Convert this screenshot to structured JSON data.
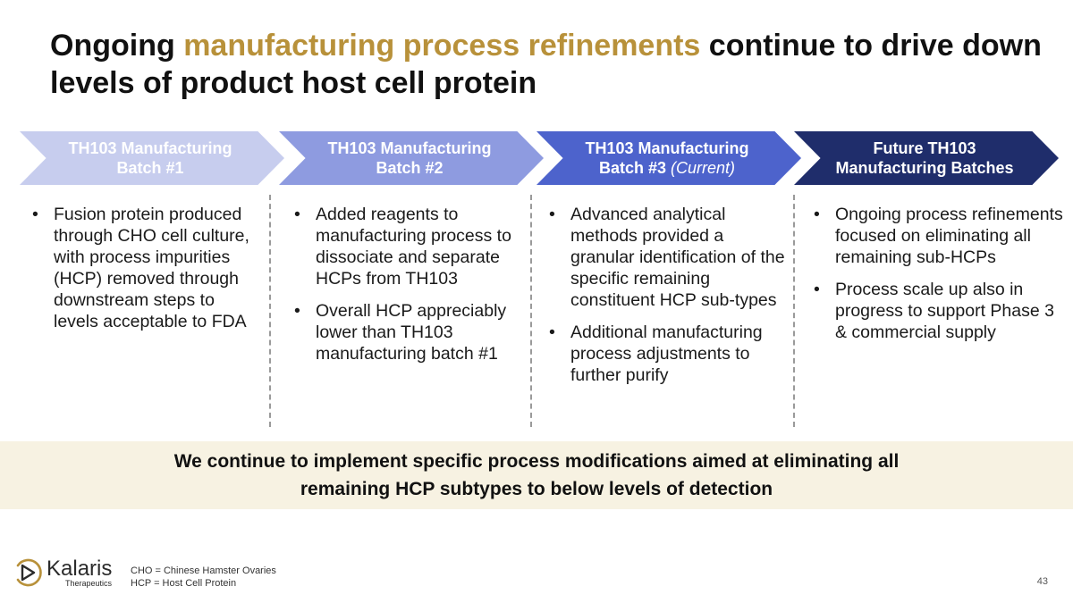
{
  "title": {
    "part1": "Ongoing ",
    "highlight": "manufacturing process refinements",
    "part2": " continue to drive down levels of product host cell protein"
  },
  "steps": [
    {
      "label": "TH103 Manufacturing Batch #1",
      "suffix": "",
      "color": "#c7cdee"
    },
    {
      "label": "TH103 Manufacturing Batch #2",
      "suffix": "",
      "color": "#8e9be0"
    },
    {
      "label": "TH103 Manufacturing Batch #3",
      "suffix": "(Current)",
      "color": "#4d63cc"
    },
    {
      "label": "Future TH103 Manufacturing Batches",
      "suffix": "",
      "color": "#1f2d6b"
    }
  ],
  "columns": [
    {
      "bullets": [
        "Fusion protein produced through CHO cell culture, with process impurities (HCP) removed through downstream steps to levels acceptable to FDA"
      ]
    },
    {
      "bullets": [
        "Added reagents to manufacturing process to dissociate and separate HCPs from TH103",
        "Overall HCP appreciably lower than TH103 manufacturing batch #1"
      ]
    },
    {
      "bullets": [
        "Advanced analytical methods provided a granular identification of the specific remaining constituent HCP sub-types",
        "Additional manufacturing process adjustments to further purify"
      ]
    },
    {
      "bullets": [
        "Ongoing process refinements focused on eliminating all remaining sub-HCPs",
        "Process scale up also in progress to support Phase 3 & commercial supply"
      ]
    }
  ],
  "banner": {
    "text": "We continue to implement specific process modifications aimed at eliminating all remaining HCP subtypes to below levels of detection",
    "background": "#f7f2e2"
  },
  "logo": {
    "name": "Kalaris",
    "sub": "Therapeutics",
    "icon": "kalaris-logo-icon",
    "accent": "#b8913a"
  },
  "footnotes": [
    "CHO = Chinese Hamster Ovaries",
    "HCP = Host Cell Protein"
  ],
  "page_number": "43"
}
